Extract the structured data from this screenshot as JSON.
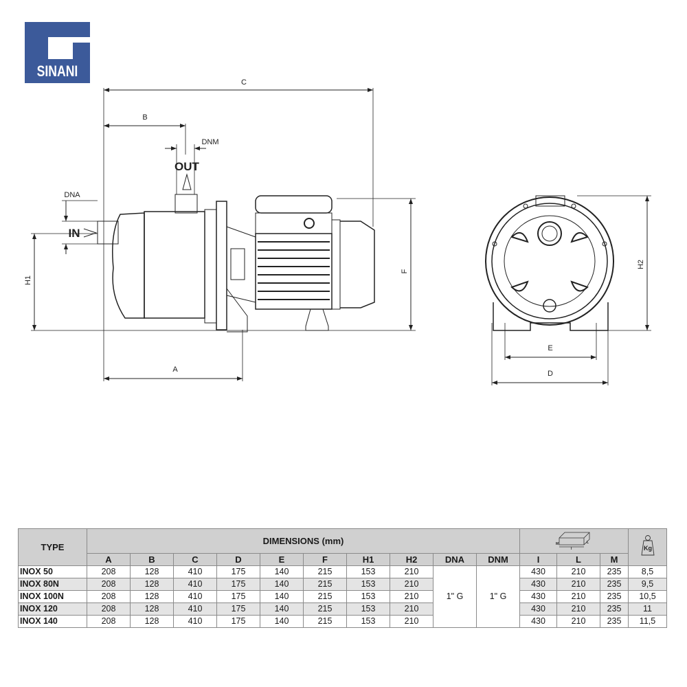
{
  "logo": {
    "text": "SINANI",
    "color": "#3c5a9a"
  },
  "drawing": {
    "side_view": {
      "labels": {
        "C": "C",
        "B": "B",
        "DNM": "DNM",
        "OUT": "OUT",
        "DNA": "DNA",
        "IN": "IN",
        "H1": "H1",
        "F": "F",
        "A": "A"
      }
    },
    "front_view": {
      "labels": {
        "H2": "H2",
        "E": "E",
        "D": "D"
      }
    }
  },
  "table": {
    "type_header": "TYPE",
    "dimensions_header": "DIMENSIONS (mm)",
    "packaging_icon": "box-dimensions-icon",
    "packaging_icon_labels": {
      "M": "M",
      "I": "I",
      "L": "L"
    },
    "weight_icon": "weight-kg-icon",
    "weight_icon_label": "Kg",
    "columns": [
      "A",
      "B",
      "C",
      "D",
      "E",
      "F",
      "H1",
      "H2",
      "DNA",
      "DNM",
      "I",
      "L",
      "M"
    ],
    "dna": "1\" G",
    "dnm": "1\" G",
    "rows": [
      {
        "type": "INOX 50",
        "A": "208",
        "B": "128",
        "C": "410",
        "D": "175",
        "E": "140",
        "F": "215",
        "H1": "153",
        "H2": "210",
        "I": "430",
        "L": "210",
        "M": "235",
        "kg": "8,5"
      },
      {
        "type": "INOX 80N",
        "A": "208",
        "B": "128",
        "C": "410",
        "D": "175",
        "E": "140",
        "F": "215",
        "H1": "153",
        "H2": "210",
        "I": "430",
        "L": "210",
        "M": "235",
        "kg": "9,5"
      },
      {
        "type": "INOX 100N",
        "A": "208",
        "B": "128",
        "C": "410",
        "D": "175",
        "E": "140",
        "F": "215",
        "H1": "153",
        "H2": "210",
        "I": "430",
        "L": "210",
        "M": "235",
        "kg": "10,5"
      },
      {
        "type": "INOX 120",
        "A": "208",
        "B": "128",
        "C": "410",
        "D": "175",
        "E": "140",
        "F": "215",
        "H1": "153",
        "H2": "210",
        "I": "430",
        "L": "210",
        "M": "235",
        "kg": "11"
      },
      {
        "type": "INOX 140",
        "A": "208",
        "B": "128",
        "C": "410",
        "D": "175",
        "E": "140",
        "F": "215",
        "H1": "153",
        "H2": "210",
        "I": "430",
        "L": "210",
        "M": "235",
        "kg": "11,5"
      }
    ]
  }
}
